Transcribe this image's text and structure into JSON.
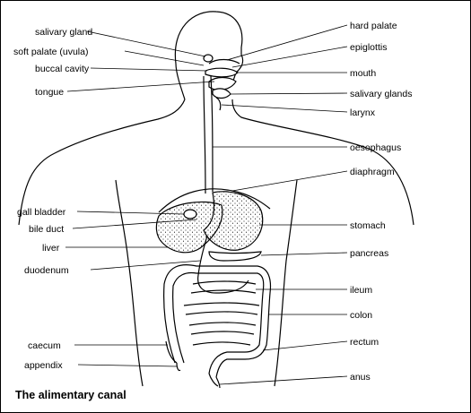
{
  "caption": "The alimentary canal",
  "labels_left": {
    "salivary_gland": "salivary gland",
    "soft_palate": "soft palate (uvula)",
    "buccal_cavity": "buccal cavity",
    "tongue": "tongue",
    "gall_bladder": "gall bladder",
    "bile_duct": "bile duct",
    "liver": "liver",
    "duodenum": "duodenum",
    "caecum": "caecum",
    "appendix": "appendix"
  },
  "labels_right": {
    "hard_palate": "hard palate",
    "epiglottis": "epiglottis",
    "mouth": "mouth",
    "salivary_glands": "salivary glands",
    "larynx": "larynx",
    "oesophagus": "oesophagus",
    "diaphragm": "diaphragm",
    "stomach": "stomach",
    "pancreas": "pancreas",
    "ileum": "ileum",
    "colon": "colon",
    "rectum": "rectum",
    "anus": "anus"
  }
}
